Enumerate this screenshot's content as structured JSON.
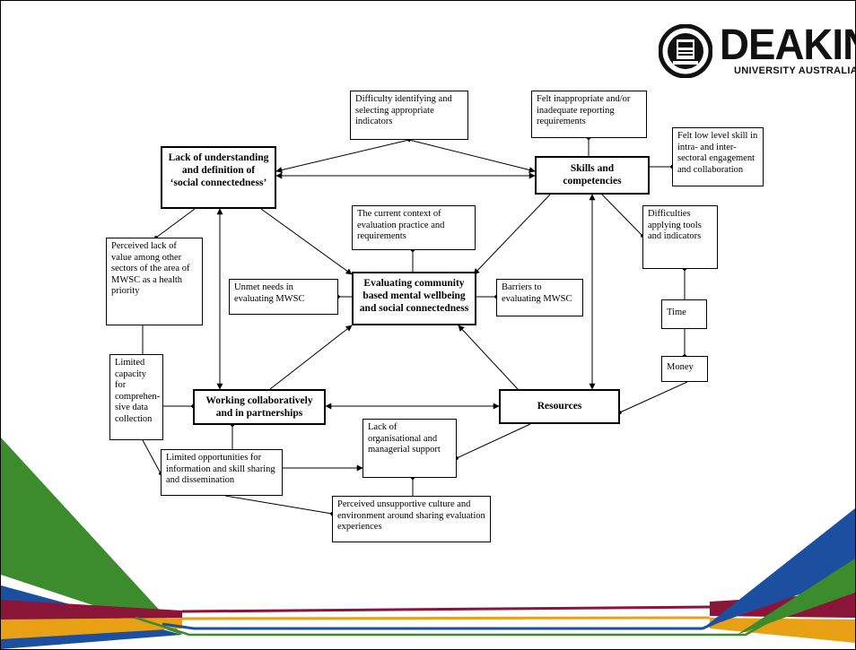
{
  "logo": {
    "name": "DEAKIN",
    "subtitle": "UNIVERSITY AUSTRALIA"
  },
  "colors": {
    "green": "#3C8C2E",
    "blue": "#1D4FA1",
    "maroon": "#8A1538",
    "orange": "#E8A014"
  },
  "nodes": {
    "difficulty_indicators": "Difficulty identifying and selecting appropriate indicators",
    "reporting_requirements": "Felt inappropriate and/or inadequate reporting requirements",
    "lack_understanding": "Lack of understanding and definition of ‘social connectedness’",
    "skills": "Skills and competencies",
    "low_skill": "Felt low level skill in intra- and inter-sectoral engagement and collaboration",
    "current_context": "The current context of evaluation practice and requirements",
    "difficulties_tools": "Difficulties applying tools and indicators",
    "perceived_lack": "Perceived lack of value among other sectors of the area of MWSC as a health priority",
    "unmet_needs": "Unmet needs in evaluating MWSC",
    "central": "Evaluating community based mental wellbeing and social connectedness",
    "barriers": "Barriers to evaluating MWSC",
    "time": "Time",
    "money": "Money",
    "limited_capacity": "Limited capacity for comprehen-sive data collection",
    "working": "Working collaboratively and in partnerships",
    "resources": "Resources",
    "lack_org": "Lack of organisational and managerial support",
    "limited_opps": "Limited opportunities for information and skill sharing and dissemination",
    "unsupportive": "Perceived unsupportive culture and environment around sharing evaluation experiences"
  }
}
